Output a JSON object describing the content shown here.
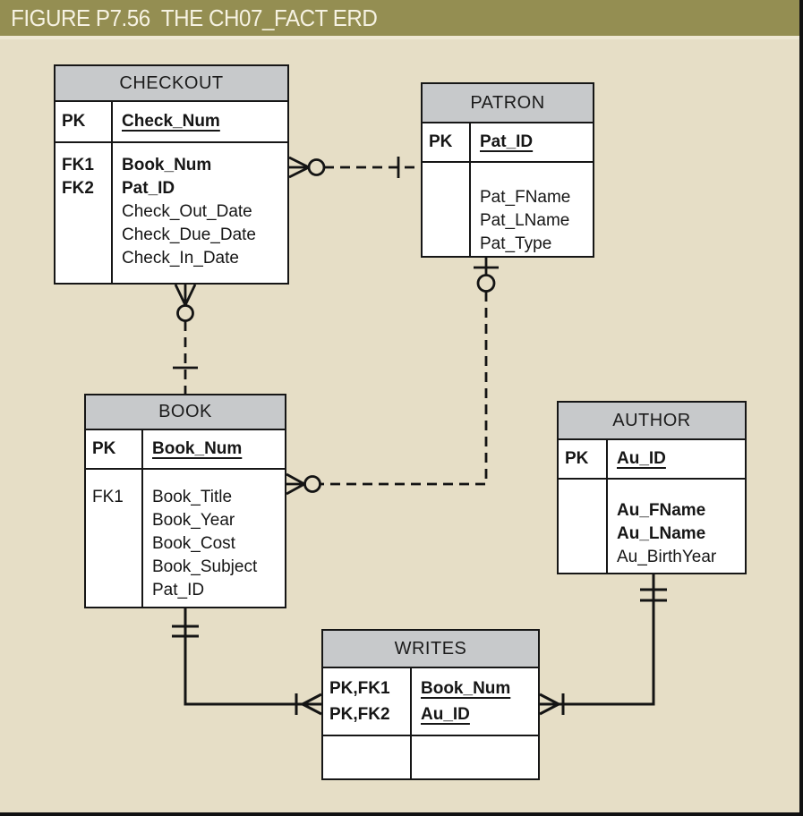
{
  "figure_title": "FIGURE P7.56  THE CH07_FACT ERD",
  "colors": {
    "title_bar": "#948e52",
    "title_text": "#f6f2e2",
    "background": "#e6dec6",
    "entity_header": "#c7c9cb",
    "entity_body": "#ffffff",
    "line": "#141414"
  },
  "entities": [
    {
      "title": "CHECKOUT",
      "pk": [
        {
          "key": "PK",
          "name": "Check_Num"
        }
      ],
      "attrs": [
        {
          "key": "FK1",
          "name": "Book_Num"
        },
        {
          "key": "FK2",
          "name": "Pat_ID"
        },
        {
          "key": "",
          "name": "Check_Out_Date"
        },
        {
          "key": "",
          "name": "Check_Due_Date"
        },
        {
          "key": "",
          "name": "Check_In_Date"
        }
      ]
    },
    {
      "title": "PATRON",
      "pk": [
        {
          "key": "PK",
          "name": "Pat_ID"
        }
      ],
      "attrs": [
        {
          "key": "",
          "name": "Pat_FName"
        },
        {
          "key": "",
          "name": "Pat_LName"
        },
        {
          "key": "",
          "name": "Pat_Type"
        }
      ]
    },
    {
      "title": "BOOK",
      "pk": [
        {
          "key": "PK",
          "name": "Book_Num"
        }
      ],
      "attrs": [
        {
          "key": "",
          "name": "Book_Title"
        },
        {
          "key": "",
          "name": "Book_Year"
        },
        {
          "key": "",
          "name": "Book_Cost"
        },
        {
          "key": "",
          "name": "Book_Subject"
        },
        {
          "key": "FK1",
          "name": "Pat_ID"
        }
      ]
    },
    {
      "title": "AUTHOR",
      "pk": [
        {
          "key": "PK",
          "name": "Au_ID"
        }
      ],
      "attrs": [
        {
          "key": "",
          "name": "Au_FName"
        },
        {
          "key": "",
          "name": "Au_LName"
        },
        {
          "key": "",
          "name": "Au_BirthYear"
        }
      ]
    },
    {
      "title": "WRITES",
      "pk": [
        {
          "key": "PK,FK1",
          "name": "Book_Num"
        },
        {
          "key": "PK,FK2",
          "name": "Au_ID"
        }
      ],
      "attrs": []
    }
  ],
  "relationships": [
    {
      "from": "PATRON",
      "to": "CHECKOUT",
      "line": "dashed",
      "from_cardinality": "one",
      "to_cardinality": "zero-or-many"
    },
    {
      "from": "BOOK",
      "to": "CHECKOUT",
      "line": "dashed",
      "from_cardinality": "one",
      "to_cardinality": "zero-or-many"
    },
    {
      "from": "PATRON",
      "to": "BOOK",
      "line": "dashed",
      "from_cardinality": "zero-or-one",
      "to_cardinality": "zero-or-many"
    },
    {
      "from": "BOOK",
      "to": "WRITES",
      "line": "solid",
      "from_cardinality": "one-and-only-one",
      "to_cardinality": "one-or-many"
    },
    {
      "from": "AUTHOR",
      "to": "WRITES",
      "line": "solid",
      "from_cardinality": "one-and-only-one",
      "to_cardinality": "one-or-many"
    }
  ]
}
